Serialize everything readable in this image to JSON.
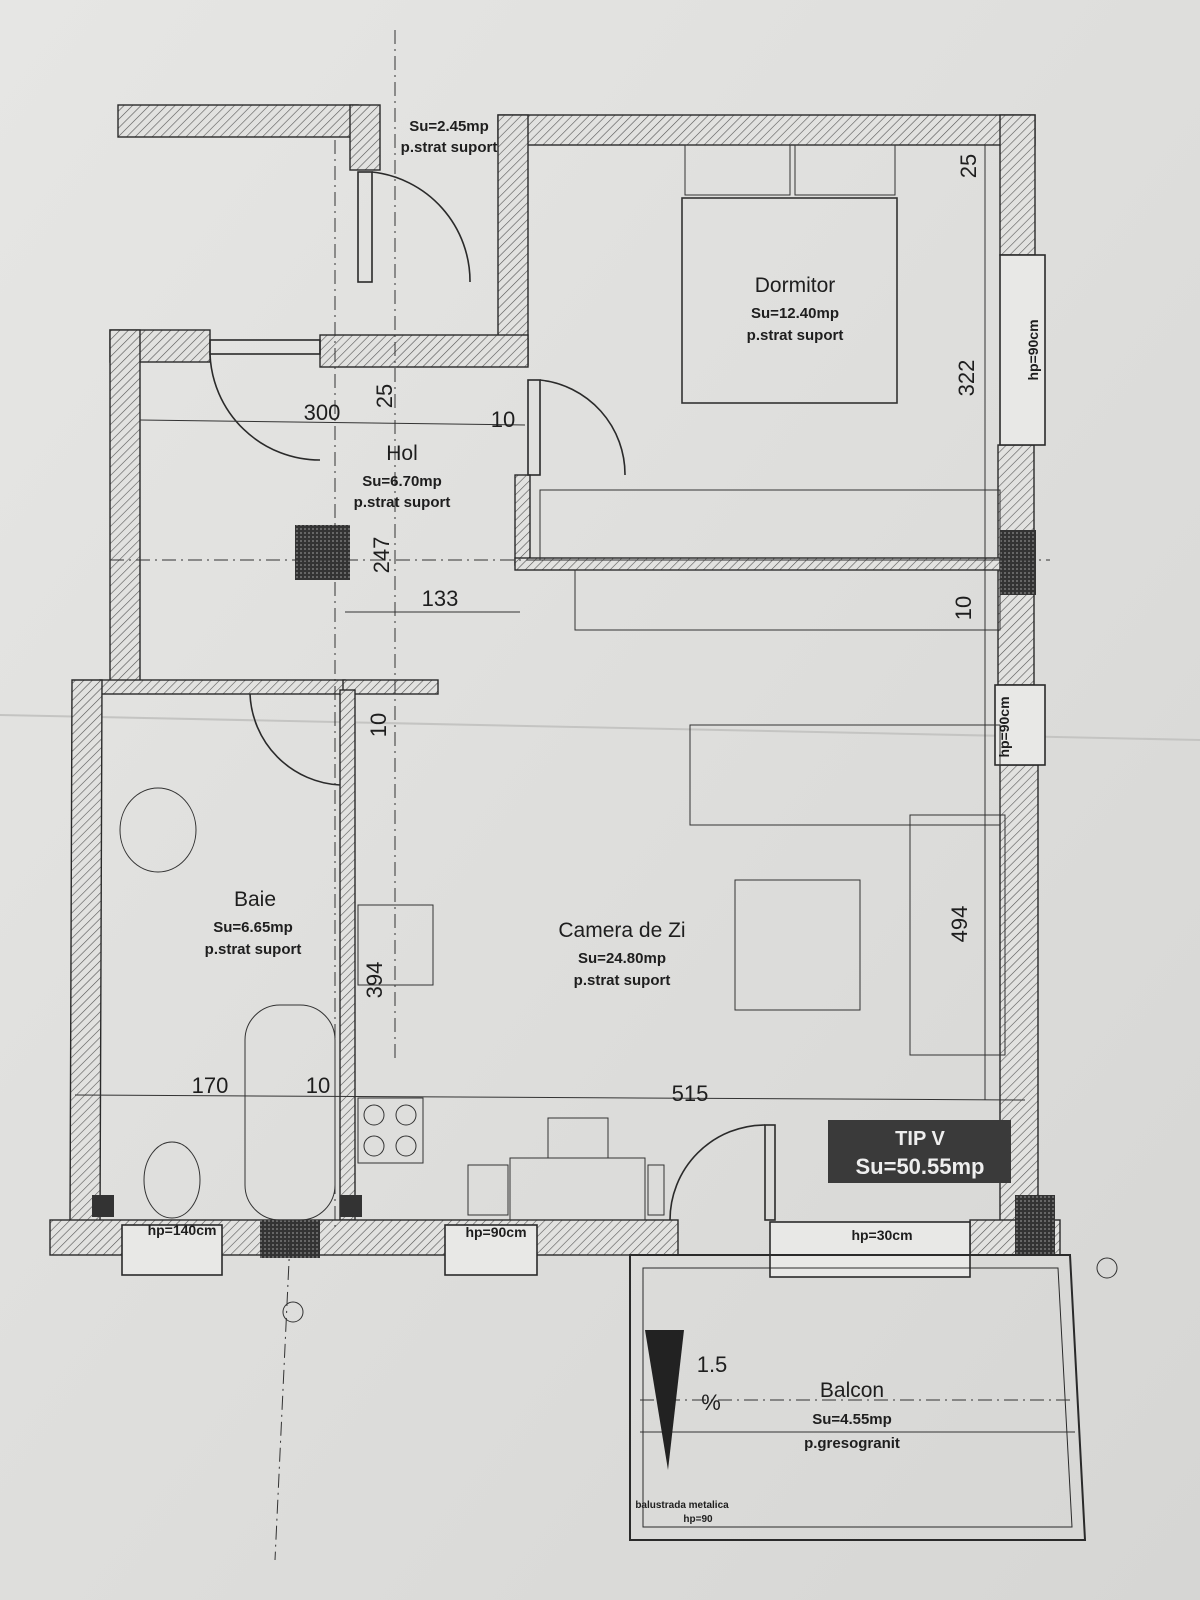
{
  "plan": {
    "storage": {
      "area": "Su=2.45mp",
      "floor": "p.strat suport"
    },
    "rooms": [
      {
        "id": "dormitor",
        "name": "Dormitor",
        "area": "Su=12.40mp",
        "floor": "p.strat suport"
      },
      {
        "id": "hol",
        "name": "Hol",
        "area": "Su=6.70mp",
        "floor": "p.strat suport"
      },
      {
        "id": "baie",
        "name": "Baie",
        "area": "Su=6.65mp",
        "floor": "p.strat suport"
      },
      {
        "id": "camera",
        "name": "Camera de Zi",
        "area": "Su=24.80mp",
        "floor": "p.strat suport"
      },
      {
        "id": "balcon",
        "name": "Balcon",
        "area": "Su=4.55mp",
        "floor": "p.gresogranit"
      }
    ],
    "summary": {
      "type": "TIP V",
      "total_area": "Su=50.55mp"
    },
    "dimensions": {
      "hol_width": "300",
      "hol_wall": "25",
      "hol_door_wall": "10",
      "hol_depth": "247",
      "hol_column": "133",
      "baie_wall": "10",
      "kitchen": "394",
      "baie_width": "170",
      "baie_partition": "10",
      "camera_width": "515",
      "dormitor_wall": "25",
      "dormitor_depth": "322",
      "dormitor_partition": "10",
      "camera_depth": "494"
    },
    "windows": {
      "dormitor": "hp=90cm",
      "camera_side": "hp=90cm",
      "baie": "hp=140cm",
      "kitchen": "hp=90cm",
      "camera_door": "hp=30cm"
    },
    "balcony": {
      "slope_value": "1.5",
      "slope_unit": "%",
      "railing": "balustrada metalica",
      "railing_height": "hp=90"
    },
    "colors": {
      "paper": "#e4e4e2",
      "ink": "#1e1e1e",
      "hatch": "#555555",
      "label_box": "#3a3a3a"
    }
  }
}
